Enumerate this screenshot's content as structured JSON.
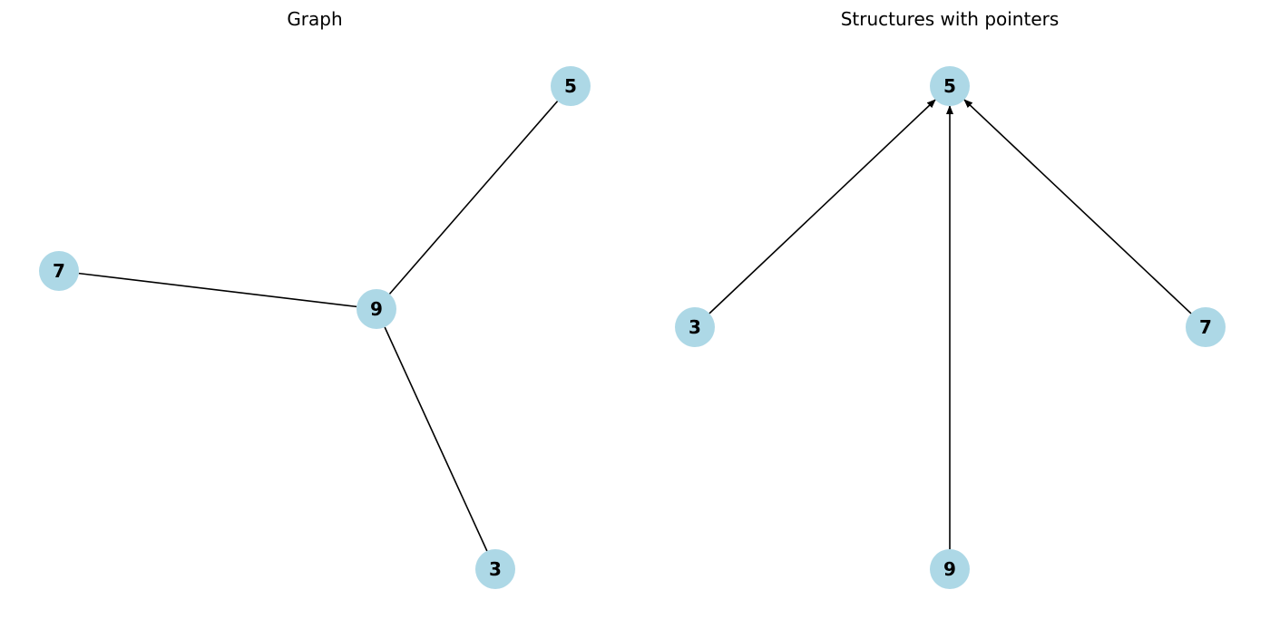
{
  "colors": {
    "node_fill": "#add8e6",
    "edge": "#000000",
    "background": "#ffffff"
  },
  "panels": [
    {
      "title": "Graph",
      "directed": false,
      "nodes": [
        "5",
        "7",
        "9",
        "3"
      ],
      "edges": [
        {
          "from": "9",
          "to": "5"
        },
        {
          "from": "9",
          "to": "7"
        },
        {
          "from": "9",
          "to": "3"
        }
      ]
    },
    {
      "title": "Structures with pointers",
      "directed": true,
      "nodes": [
        "5",
        "3",
        "9",
        "7"
      ],
      "edges": [
        {
          "from": "3",
          "to": "5"
        },
        {
          "from": "9",
          "to": "5"
        },
        {
          "from": "7",
          "to": "5"
        }
      ]
    }
  ]
}
